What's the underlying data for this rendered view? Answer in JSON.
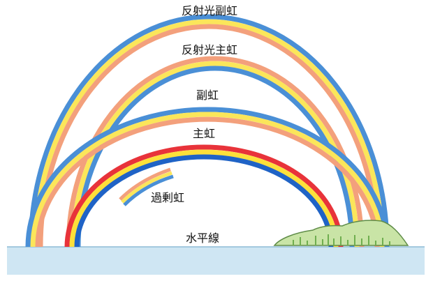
{
  "labels": {
    "reflected_secondary": "反射光副虹",
    "reflected_primary": "反射光主虹",
    "secondary": "副虹",
    "primary": "主虹",
    "supernumerary": "過剰虹",
    "horizon": "水平線"
  },
  "colors": {
    "blue": "#4a8fd6",
    "yellow": "#fbe65a",
    "salmon": "#f3a07c",
    "red": "#e8333a",
    "deep_blue": "#1f63c6",
    "bright_yellow": "#fde03a",
    "sea": "#cfe6f3",
    "sea_edge": "#8fbbd6",
    "island": "#c9e4a6",
    "island_edge": "#5f8c48",
    "grass": "#6fae4f"
  }
}
